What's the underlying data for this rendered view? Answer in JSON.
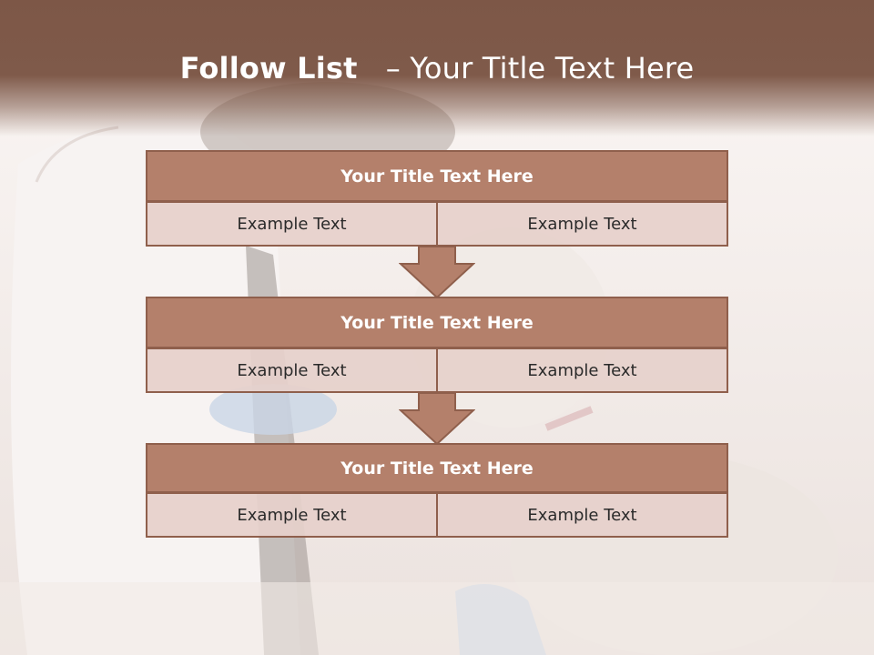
{
  "slide": {
    "title_bold": "Follow List",
    "title_rest": "– Your Title Text Here"
  },
  "colors": {
    "header": "#7f5a4a",
    "box_title": "#b4806b",
    "box_border": "#8f5f4c",
    "cell": "#e6d0cb",
    "arrow": "#b4806b"
  },
  "steps": [
    {
      "title": "Your Title Text Here",
      "left": "Example Text",
      "right": "Example Text"
    },
    {
      "title": "Your Title Text Here",
      "left": "Example Text",
      "right": "Example Text"
    },
    {
      "title": "Your Title Text Here",
      "left": "Example Text",
      "right": "Example Text"
    }
  ],
  "background_image": "veterinarian-examining-dog-photo"
}
